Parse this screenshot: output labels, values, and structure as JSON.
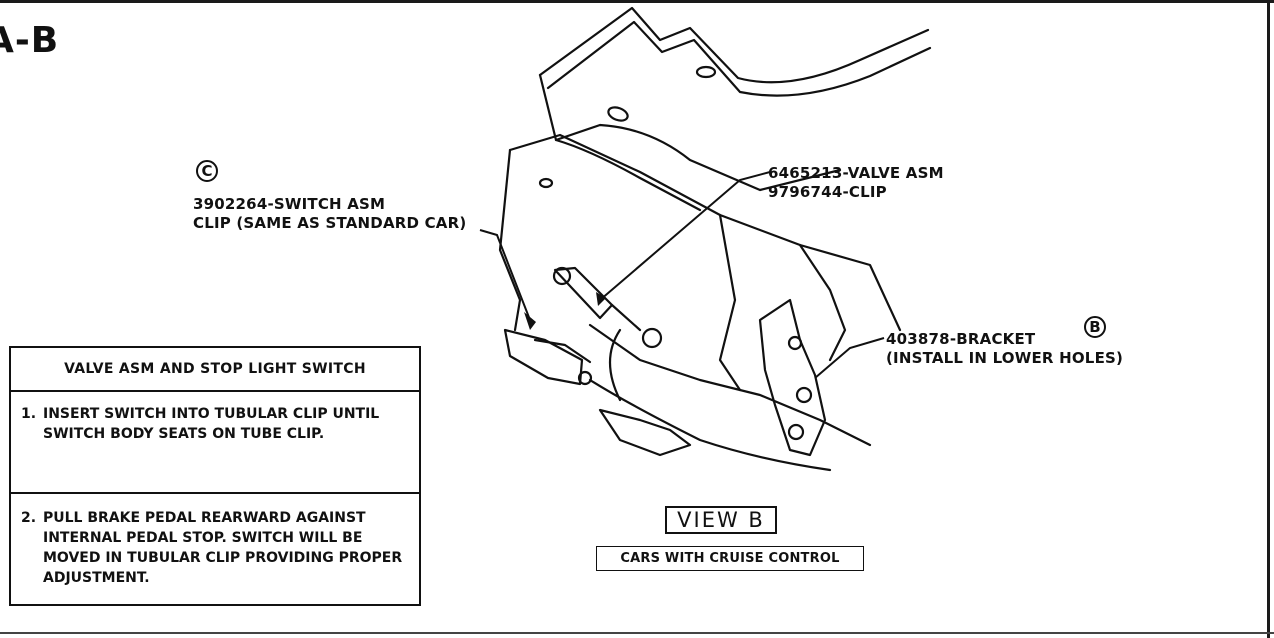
{
  "figure": {
    "view_id": "A-B",
    "callouts": {
      "switch": {
        "circle_letter": "C",
        "line1": "3902264-SWITCH ASM",
        "line2": "CLIP (SAME AS STANDARD CAR)"
      },
      "valve": {
        "line1": "6465213-VALVE ASM",
        "line2": "9796744-CLIP"
      },
      "bracket": {
        "circle_letter": "B",
        "line1": "403878-BRACKET",
        "line2": "(INSTALL IN LOWER HOLES)"
      }
    },
    "instructions": {
      "title": "VALVE ASM AND STOP LIGHT SWITCH",
      "steps": [
        {
          "number": "1.",
          "text": "INSERT SWITCH INTO TUBULAR CLIP UNTIL SWITCH BODY SEATS ON TUBE CLIP."
        },
        {
          "number": "2.",
          "text": "PULL BRAKE PEDAL REARWARD AGAINST INTERNAL PEDAL STOP. SWITCH WILL BE MOVED IN TUBULAR CLIP PROVIDING PROPER ADJUSTMENT."
        }
      ]
    },
    "view_label": "VIEW B",
    "view_caption": "CARS WITH CRUISE CONTROL"
  }
}
